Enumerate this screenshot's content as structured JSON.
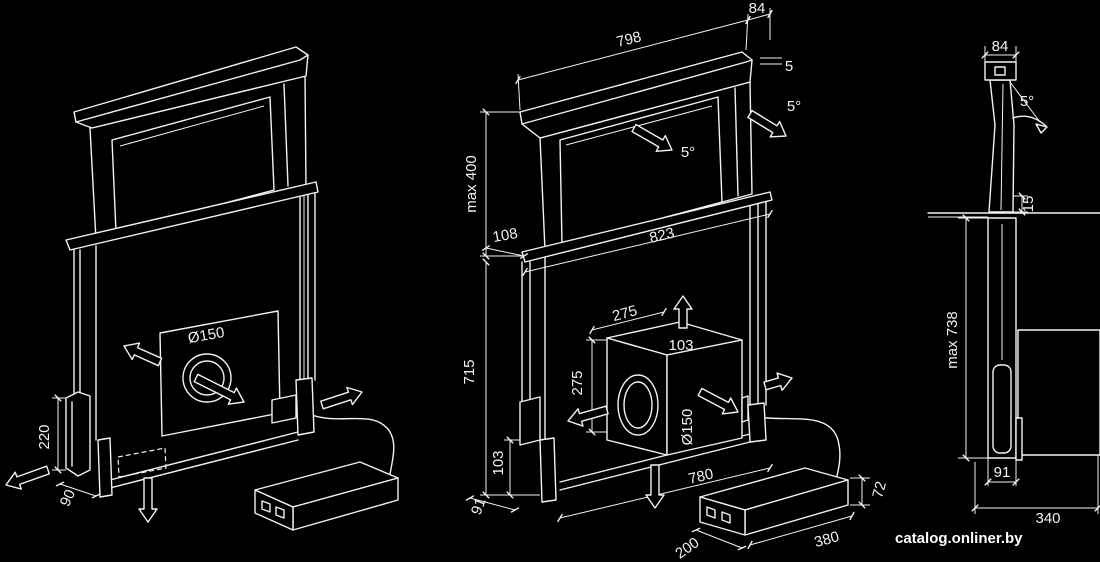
{
  "watermark": "catalog.onliner.by",
  "colors": {
    "background": "#000000",
    "line": "#f2f2f2"
  },
  "left_view": {
    "duct_diameter": "Ø150",
    "foot_height": "220",
    "foot_depth": "90"
  },
  "front_view": {
    "top_width": "798",
    "top_depth": "84",
    "top_offset": "5",
    "tilt_inner": "5°",
    "tilt_side": "5°",
    "head_height": "max 400",
    "collar_depth": "108",
    "collar_width": "823",
    "box_width": "275",
    "box_depth": "103",
    "box_height": "275",
    "box_duct": "Ø150",
    "body_height": "715",
    "foot_height": "103",
    "foot_depth": "91",
    "base_width": "780",
    "control_height": "72",
    "control_depth": "200",
    "control_width": "380"
  },
  "side_view": {
    "head_depth": "84",
    "tilt": "5°",
    "head_lip": "15",
    "total_height": "max 738",
    "column_depth": "91",
    "cabinet_depth": "340"
  }
}
